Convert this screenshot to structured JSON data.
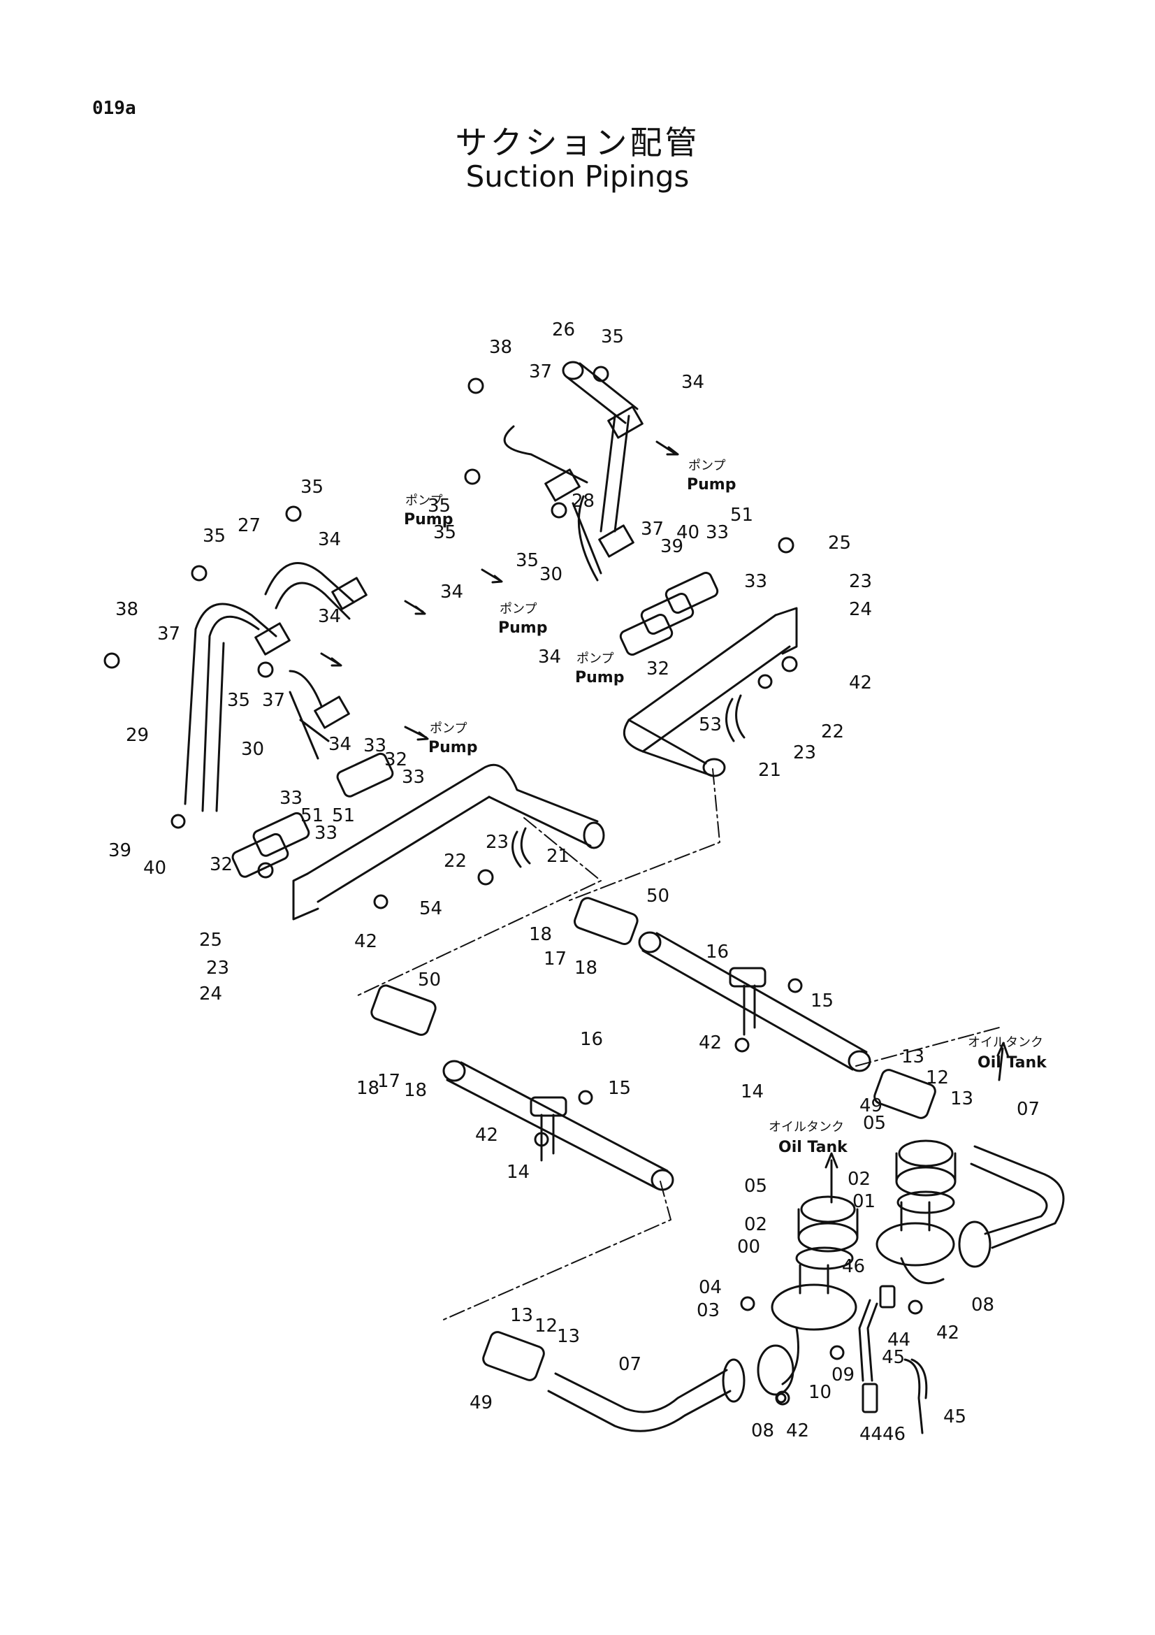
{
  "header": {
    "page_id": "019a",
    "title_jp": "サクション配管",
    "title_en": "Suction Pipings"
  },
  "callouts": {
    "pump_jp": "ポンプ",
    "pump_en": "Pump",
    "oil_tank_jp": "オイルタンク",
    "oil_tank_en": "Oil Tank"
  },
  "part_labels": [
    "38",
    "37",
    "26",
    "35",
    "34",
    "35",
    "35",
    "28",
    "37",
    "39",
    "40",
    "35",
    "30",
    "33",
    "51",
    "33",
    "25",
    "23",
    "24",
    "42",
    "22",
    "23",
    "21",
    "53",
    "32",
    "34",
    "34",
    "35",
    "27",
    "35",
    "34",
    "38",
    "37",
    "34",
    "35",
    "37",
    "29",
    "30",
    "34",
    "33",
    "32",
    "33",
    "33",
    "51",
    "33",
    "51",
    "39",
    "40",
    "32",
    "23",
    "21",
    "22",
    "54",
    "42",
    "25",
    "23",
    "24",
    "50",
    "18",
    "17",
    "18",
    "16",
    "15",
    "42",
    "14",
    "13",
    "12",
    "13",
    "49",
    "07",
    "05",
    "02",
    "01",
    "08",
    "46",
    "44",
    "42",
    "45",
    "44",
    "46",
    "45",
    "50",
    "18",
    "17",
    "18",
    "16",
    "15",
    "42",
    "14",
    "05",
    "02",
    "00",
    "04",
    "03",
    "09",
    "10",
    "13",
    "12",
    "13",
    "49",
    "07",
    "08",
    "42"
  ]
}
